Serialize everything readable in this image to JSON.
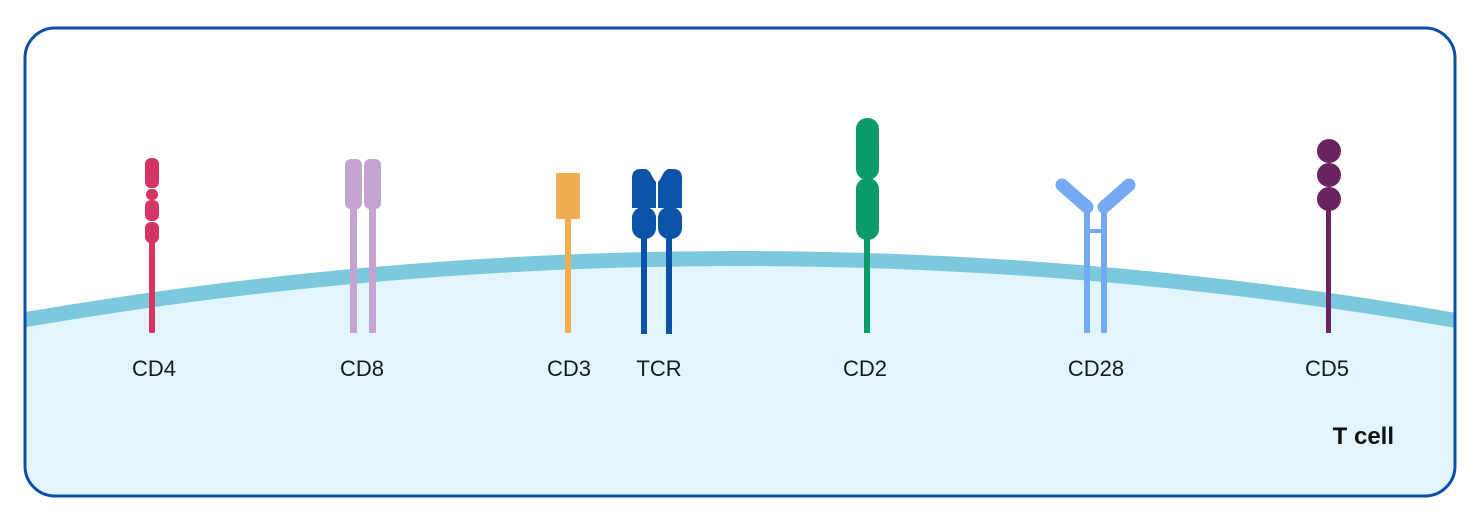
{
  "cell_label": "T cell",
  "receptors": [
    {
      "label": "CD4",
      "color": "#d63462"
    },
    {
      "label": "CD8",
      "color": "#c4a3d1"
    },
    {
      "label": "CD3",
      "color": "#f0ad52"
    },
    {
      "label": "TCR",
      "color": "#0a53a8"
    },
    {
      "label": "CD2",
      "color": "#0a9b68"
    },
    {
      "label": "CD28",
      "color": "#75aaf2"
    },
    {
      "label": "CD5",
      "color": "#6a2560"
    }
  ],
  "colors": {
    "frame_border": "#0d4fa6",
    "membrane": "#7cc8dd",
    "cytoplasm": "#e2f5fd"
  }
}
